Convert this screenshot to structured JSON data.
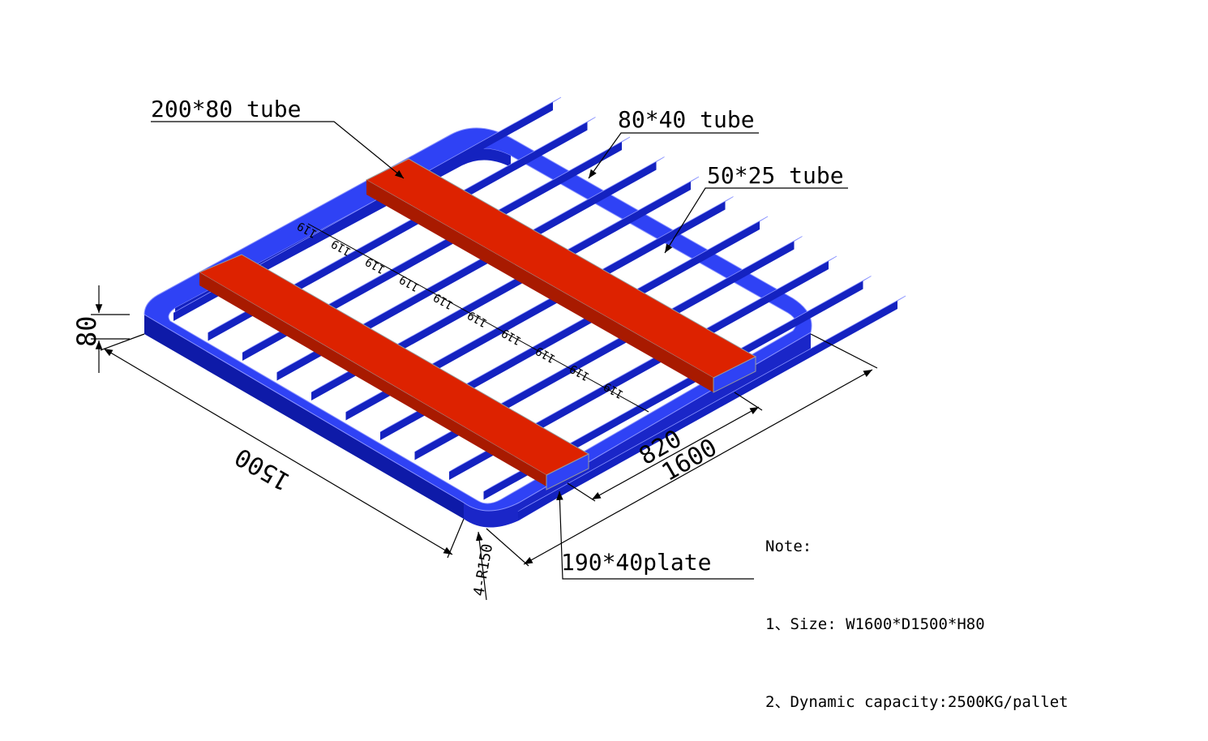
{
  "colors": {
    "frame_blue": "#1f2ee0",
    "frame_blue_top": "#2f42f5",
    "frame_blue_side": "#0e1aa8",
    "plate_red": "#dd2200",
    "plate_red_side": "#a81a00",
    "line": "#000000"
  },
  "callouts": {
    "tube_200x80": "200*80 tube",
    "tube_80x40": "80*40 tube",
    "tube_50x25": "50*25 tube",
    "plate_190x40": "190*40plate"
  },
  "dimensions": {
    "height": "80",
    "depth": "1500",
    "width": "1600",
    "plate_spacing": "820",
    "corner_radius": "4-R150",
    "slat_gap": "119"
  },
  "note": {
    "title": "Note:",
    "line1": "1、Size: W1600*D1500*H80",
    "line2": "2、Dynamic capacity:2500KG/pallet"
  }
}
